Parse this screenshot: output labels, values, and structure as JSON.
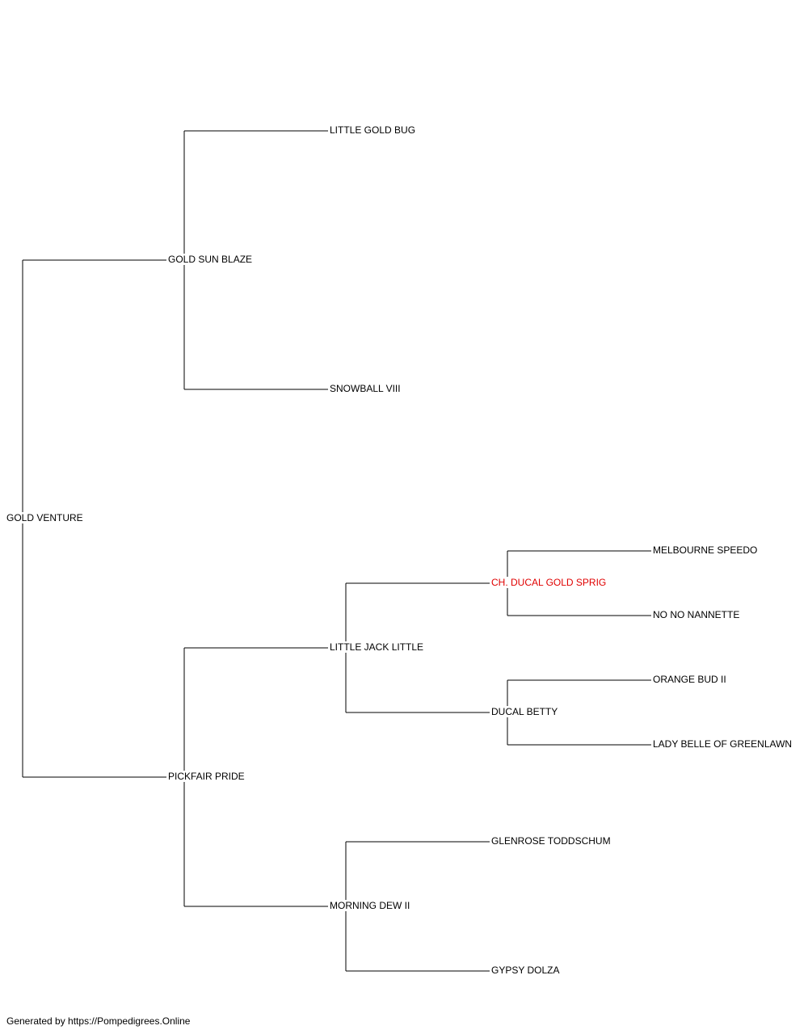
{
  "colors": {
    "line": "#000000",
    "text": "#000000",
    "highlight": "#e00000"
  },
  "tree": {
    "name": "GOLD VENTURE",
    "children": [
      {
        "name": "GOLD SUN BLAZE",
        "children": [
          {
            "name": "LITTLE GOLD BUG"
          },
          {
            "name": "SNOWBALL VIII"
          }
        ]
      },
      {
        "name": "PICKFAIR PRIDE",
        "children": [
          {
            "name": "LITTLE JACK LITTLE",
            "children": [
              {
                "name": "CH. DUCAL GOLD SPRIG",
                "highlight": true,
                "children": [
                  {
                    "name": "MELBOURNE SPEEDO"
                  },
                  {
                    "name": "NO NO NANNETTE"
                  }
                ]
              },
              {
                "name": "DUCAL BETTY",
                "children": [
                  {
                    "name": "ORANGE BUD II"
                  },
                  {
                    "name": "LADY BELLE OF GREENLAWN"
                  }
                ]
              }
            ]
          },
          {
            "name": "MORNING DEW II",
            "children": [
              {
                "name": "GLENROSE TODDSCHUM"
              },
              {
                "name": "GYPSY DOLZA"
              }
            ]
          }
        ]
      }
    ]
  },
  "footer": {
    "text": "Generated by https://Pompedigrees.Online"
  }
}
